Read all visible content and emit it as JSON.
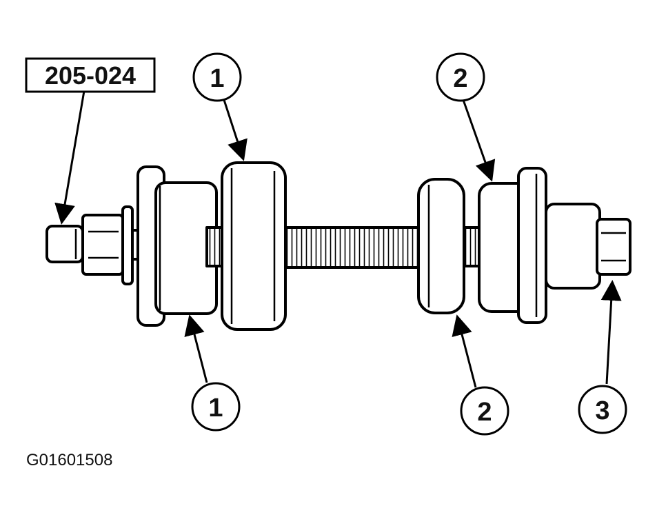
{
  "diagram": {
    "tool_number": "205-024",
    "figure_id": "G01601508",
    "callouts": {
      "c1_top": "1",
      "c1_bottom": "1",
      "c2_top": "2",
      "c2_bottom": "2",
      "c3": "3"
    }
  }
}
